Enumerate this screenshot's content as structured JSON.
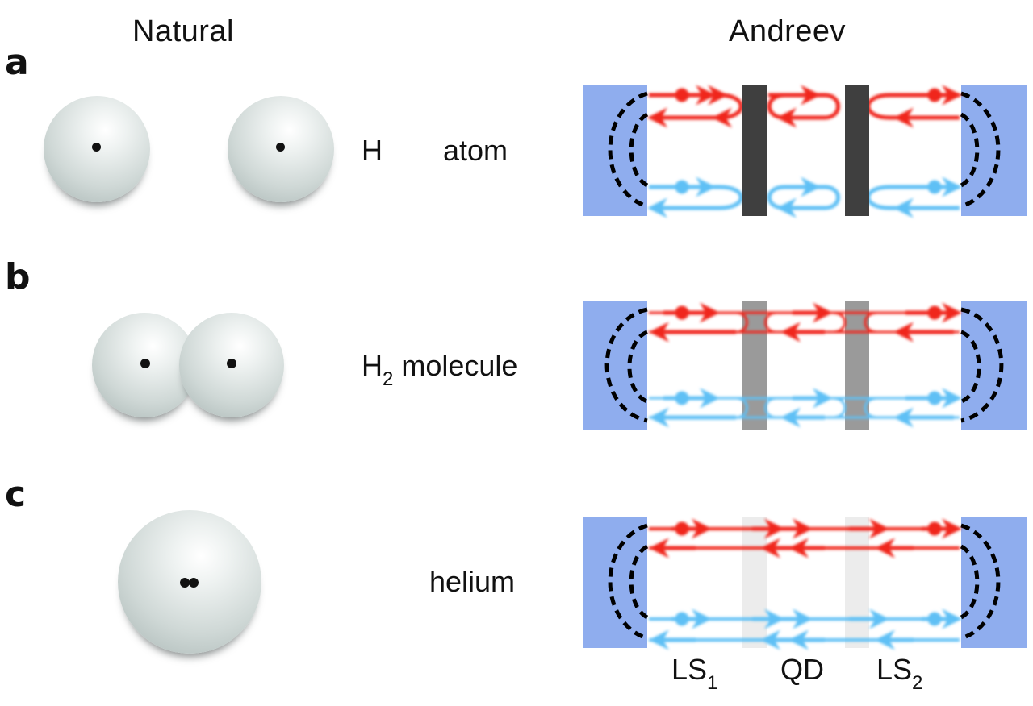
{
  "columns": {
    "natural_title": "Natural",
    "andreev_title": "Andreev"
  },
  "panels": [
    {
      "letter": "a",
      "label_left": "H",
      "label_right": "atom",
      "natural": {
        "spheres": 2,
        "nuclei_per_sphere": 1,
        "arrangement": "separated"
      },
      "andreev": {
        "barrier_style": "opaque",
        "barrier_color": "#3f3f3f",
        "loop_mode": "isolated-loops"
      }
    },
    {
      "letter": "b",
      "label_main": "H",
      "label_sub": "2",
      "label_rest": "molecule",
      "natural": {
        "spheres": 2,
        "nuclei_per_sphere": 1,
        "arrangement": "overlapping"
      },
      "andreev": {
        "barrier_style": "semi-transparent",
        "barrier_color": "#9a9a9a",
        "loop_mode": "coupled-loops"
      }
    },
    {
      "letter": "c",
      "label_main": "helium",
      "natural": {
        "spheres": 1,
        "nuclei_per_sphere": 2,
        "arrangement": "single"
      },
      "andreev": {
        "barrier_style": "faint",
        "barrier_color": "#ececec",
        "loop_mode": "continuous"
      }
    }
  ],
  "bottom_labels": {
    "ls1_main": "LS",
    "ls1_sub": "1",
    "qd": "QD",
    "ls2_main": "LS",
    "ls2_sub": "2"
  },
  "colors": {
    "superconductor": "#8fadee",
    "electron": "#f0281e",
    "hole": "#5ec0f5",
    "dashed_arc": "#000000"
  }
}
